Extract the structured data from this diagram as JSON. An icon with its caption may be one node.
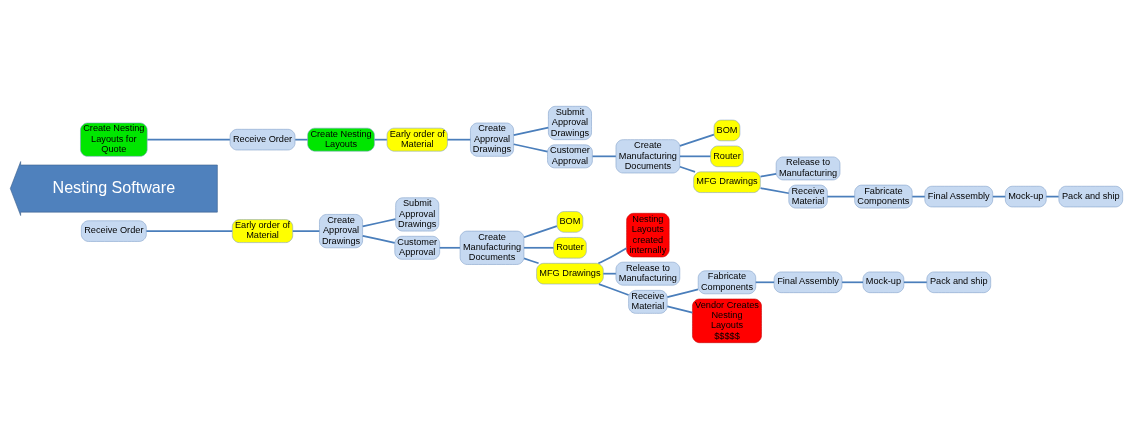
{
  "diagram": {
    "nodes": [
      {
        "text": [
          "Receive Order"
        ]
      },
      {
        "text": [
          "Early order of Material"
        ]
      },
      {
        "text": [
          "Create Approval Drawings"
        ]
      },
      {
        "text": [
          "Submit Approval Drawings"
        ]
      },
      {
        "text": [
          "Customer Approval"
        ]
      },
      {
        "text": [
          "Create Manufacturing Documents"
        ]
      },
      {
        "text": [
          "BOM"
        ]
      },
      {
        "text": [
          "Router"
        ]
      },
      {
        "text": [
          "MFG Drawings"
        ]
      },
      {
        "text": [
          "Nesting Layouts created internally"
        ]
      },
      {
        "text": [
          "Release to Manufacturing"
        ]
      },
      {
        "text": [
          "Receive Material"
        ]
      },
      {
        "text": [
          "Fabricate Components"
        ]
      },
      {
        "text": [
          "Vendor Creates Nesting Layouts",
          "$$$$$"
        ]
      },
      {
        "text": [
          "Final Assembly"
        ]
      },
      {
        "text": [
          "Mock-up"
        ]
      },
      {
        "text": [
          "Pack and ship"
        ]
      },
      {
        "text": [
          "Nesting Software"
        ]
      },
      {
        "text": [
          "Create Nesting Layouts for Quote"
        ]
      },
      {
        "text": [
          "Receive Order"
        ]
      },
      {
        "text": [
          "Create Nesting Layouts"
        ]
      },
      {
        "text": [
          "Early order of Material"
        ]
      },
      {
        "text": [
          "Create Approval Drawings"
        ]
      },
      {
        "text": [
          "Submit Approval Drawings"
        ]
      },
      {
        "text": [
          "Customer Approval"
        ]
      },
      {
        "text": [
          "Create Manufacturing Documents"
        ]
      },
      {
        "text": [
          "BOM"
        ]
      },
      {
        "text": [
          "Router"
        ]
      },
      {
        "text": [
          "MFG Drawings"
        ]
      },
      {
        "text": [
          "Release to Manufacturing"
        ]
      },
      {
        "text": [
          "Receive Material"
        ]
      },
      {
        "text": [
          "Fabricate Components"
        ]
      },
      {
        "text": [
          "Final Assembly"
        ]
      },
      {
        "text": [
          "Mock-up"
        ]
      },
      {
        "text": [
          "Pack and ship"
        ]
      }
    ],
    "edges": [
      {
        "from": 0,
        "to": 1,
        "arrow": "none"
      },
      {
        "from": 1,
        "to": 2,
        "arrow": "none"
      },
      {
        "from": 2,
        "to": 3,
        "arrow": "none"
      },
      {
        "from": 2,
        "to": 4,
        "arrow": "none"
      },
      {
        "from": 4,
        "to": 5,
        "arrow": "none"
      },
      {
        "from": 5,
        "to": 6,
        "arrow": "none"
      },
      {
        "from": 5,
        "to": 7,
        "arrow": "none"
      },
      {
        "from": 5,
        "to": 8,
        "arrow": "none"
      },
      {
        "from": 8,
        "to": 9,
        "arrow": "none"
      },
      {
        "from": 8,
        "to": 10,
        "arrow": "none"
      },
      {
        "from": 8,
        "to": 11,
        "arrow": "none"
      },
      {
        "from": 11,
        "to": 12,
        "arrow": "none"
      },
      {
        "from": 11,
        "to": 13,
        "arrow": "none"
      },
      {
        "from": 12,
        "to": 14,
        "arrow": "none"
      },
      {
        "from": 14,
        "to": 15,
        "arrow": "none"
      },
      {
        "from": 15,
        "to": 16,
        "arrow": "none"
      },
      {
        "from": 18,
        "to": 19,
        "arrow": "none"
      },
      {
        "from": 19,
        "to": 20,
        "arrow": "none"
      },
      {
        "from": 20,
        "to": 21,
        "arrow": "none"
      },
      {
        "from": 21,
        "to": 22,
        "arrow": "none"
      },
      {
        "from": 22,
        "to": 23,
        "arrow": "none"
      },
      {
        "from": 22,
        "to": 24,
        "arrow": "none"
      },
      {
        "from": 24,
        "to": 25,
        "arrow": "none"
      },
      {
        "from": 25,
        "to": 26,
        "arrow": "none"
      },
      {
        "from": 25,
        "to": 27,
        "arrow": "none"
      },
      {
        "from": 25,
        "to": 28,
        "arrow": "none"
      },
      {
        "from": 28,
        "to": 29,
        "arrow": "none"
      },
      {
        "from": 28,
        "to": 30,
        "arrow": "none"
      },
      {
        "from": 30,
        "to": 31,
        "arrow": "none"
      },
      {
        "from": 31,
        "to": 32,
        "arrow": "none"
      },
      {
        "from": 32,
        "to": 33,
        "arrow": "none"
      },
      {
        "from": 33,
        "to": 34,
        "arrow": "none"
      }
    ]
  }
}
